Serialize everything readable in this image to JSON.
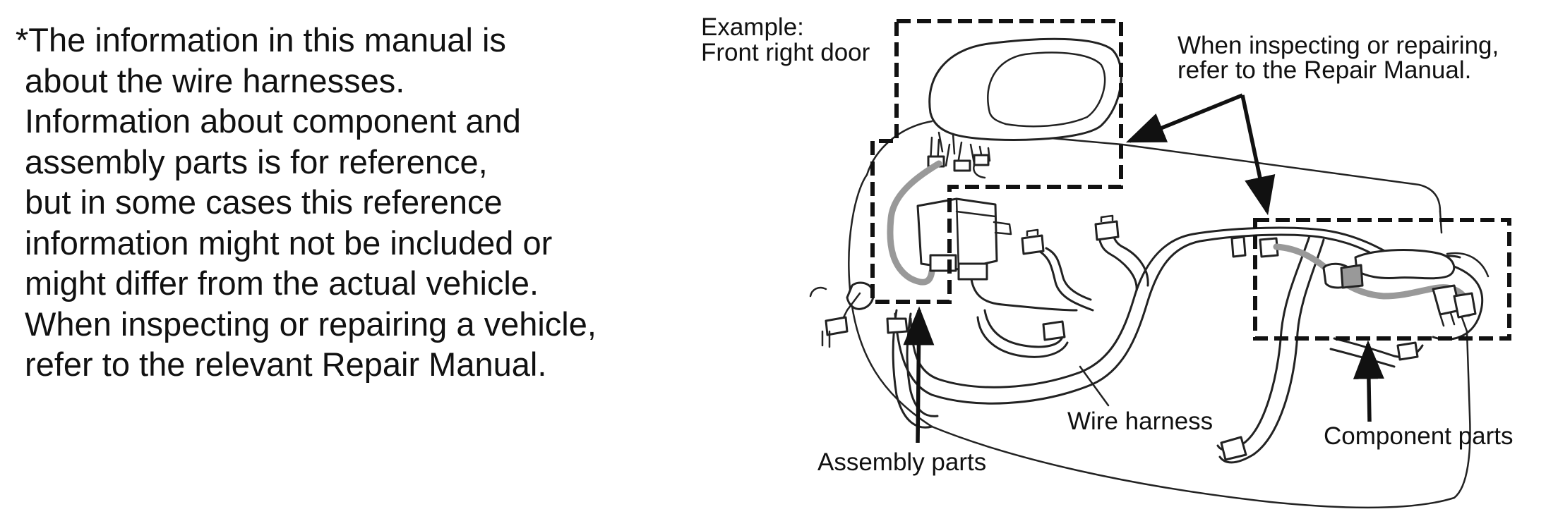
{
  "note": {
    "lines": [
      "*The information in this manual is",
      " about the wire harnesses.",
      " Information about component and",
      " assembly parts is for reference,",
      " but in some cases this reference",
      " information might not be included or",
      " might differ from the actual vehicle.",
      " When inspecting or repairing a vehicle,",
      " refer to the relevant Repair Manual."
    ]
  },
  "diagram": {
    "example_line1": "Example:",
    "example_line2": "Front right door",
    "callout_line1": "When inspecting or repairing,",
    "callout_line2": "refer to the Repair Manual.",
    "wire_harness": "Wire harness",
    "assembly_parts": "Assembly parts",
    "component_parts": "Component parts"
  }
}
